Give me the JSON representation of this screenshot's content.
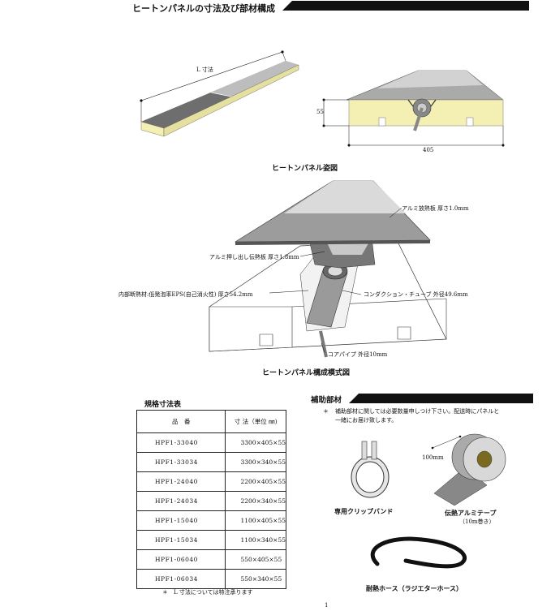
{
  "header": {
    "title": "ヒートンパネルの寸法及び部材構成"
  },
  "figure1": {
    "length_label": "L 寸法",
    "height_label": "55",
    "width_label": "405",
    "caption": "ヒートンパネル姿図"
  },
  "figure2": {
    "labels": {
      "alu_plate": "アルミ放熱板 厚さ1.0mm",
      "alu_extrusion": "アルミ押し出し伝熱板 厚さ1.8mm",
      "insulation": "内部断熱材:低発泡率EPS(自己消火性) 厚さ54.2mm",
      "conduction_tube": "コンダクション・チューブ 外径49.6mm",
      "core_pipe": "コアパイプ 外径10mm"
    },
    "caption": "ヒートンパネル構成模式図"
  },
  "spec_table": {
    "title": "規格寸法表",
    "headers": [
      "品　番",
      "寸 法（単位 ㎜)"
    ],
    "rows": [
      {
        "code": "HPF1-33040",
        "size": "3300×405×55"
      },
      {
        "code": "HPF1-33034",
        "size": "3300×340×55"
      },
      {
        "code": "HPF1-24040",
        "size": "2200×405×55"
      },
      {
        "code": "HPF1-24034",
        "size": "2200×340×55"
      },
      {
        "code": "HPF1-15040",
        "size": "1100×405×55"
      },
      {
        "code": "HPF1-15034",
        "size": "1100×340×55"
      },
      {
        "code": "HPF1-06040",
        "size": "550×405×55"
      },
      {
        "code": "HPF1-06034",
        "size": "550×340×55"
      }
    ],
    "note": "＊　L 寸法については特注承ります"
  },
  "aux": {
    "title": "補助部材",
    "note_mark": "＊",
    "note_line1": "補助部材に関しては必要数量申しつけ下さい。配送時にパネルと",
    "note_line2": "一緒にお届け致します。",
    "clip_caption": "専用クリップバンド",
    "tape_caption": "伝熱アルミテープ",
    "tape_sub": "（10m巻き）",
    "tape_width": "100mm",
    "hose_caption": "耐熱ホース（ラジエターホース）"
  },
  "page_number": "1"
}
